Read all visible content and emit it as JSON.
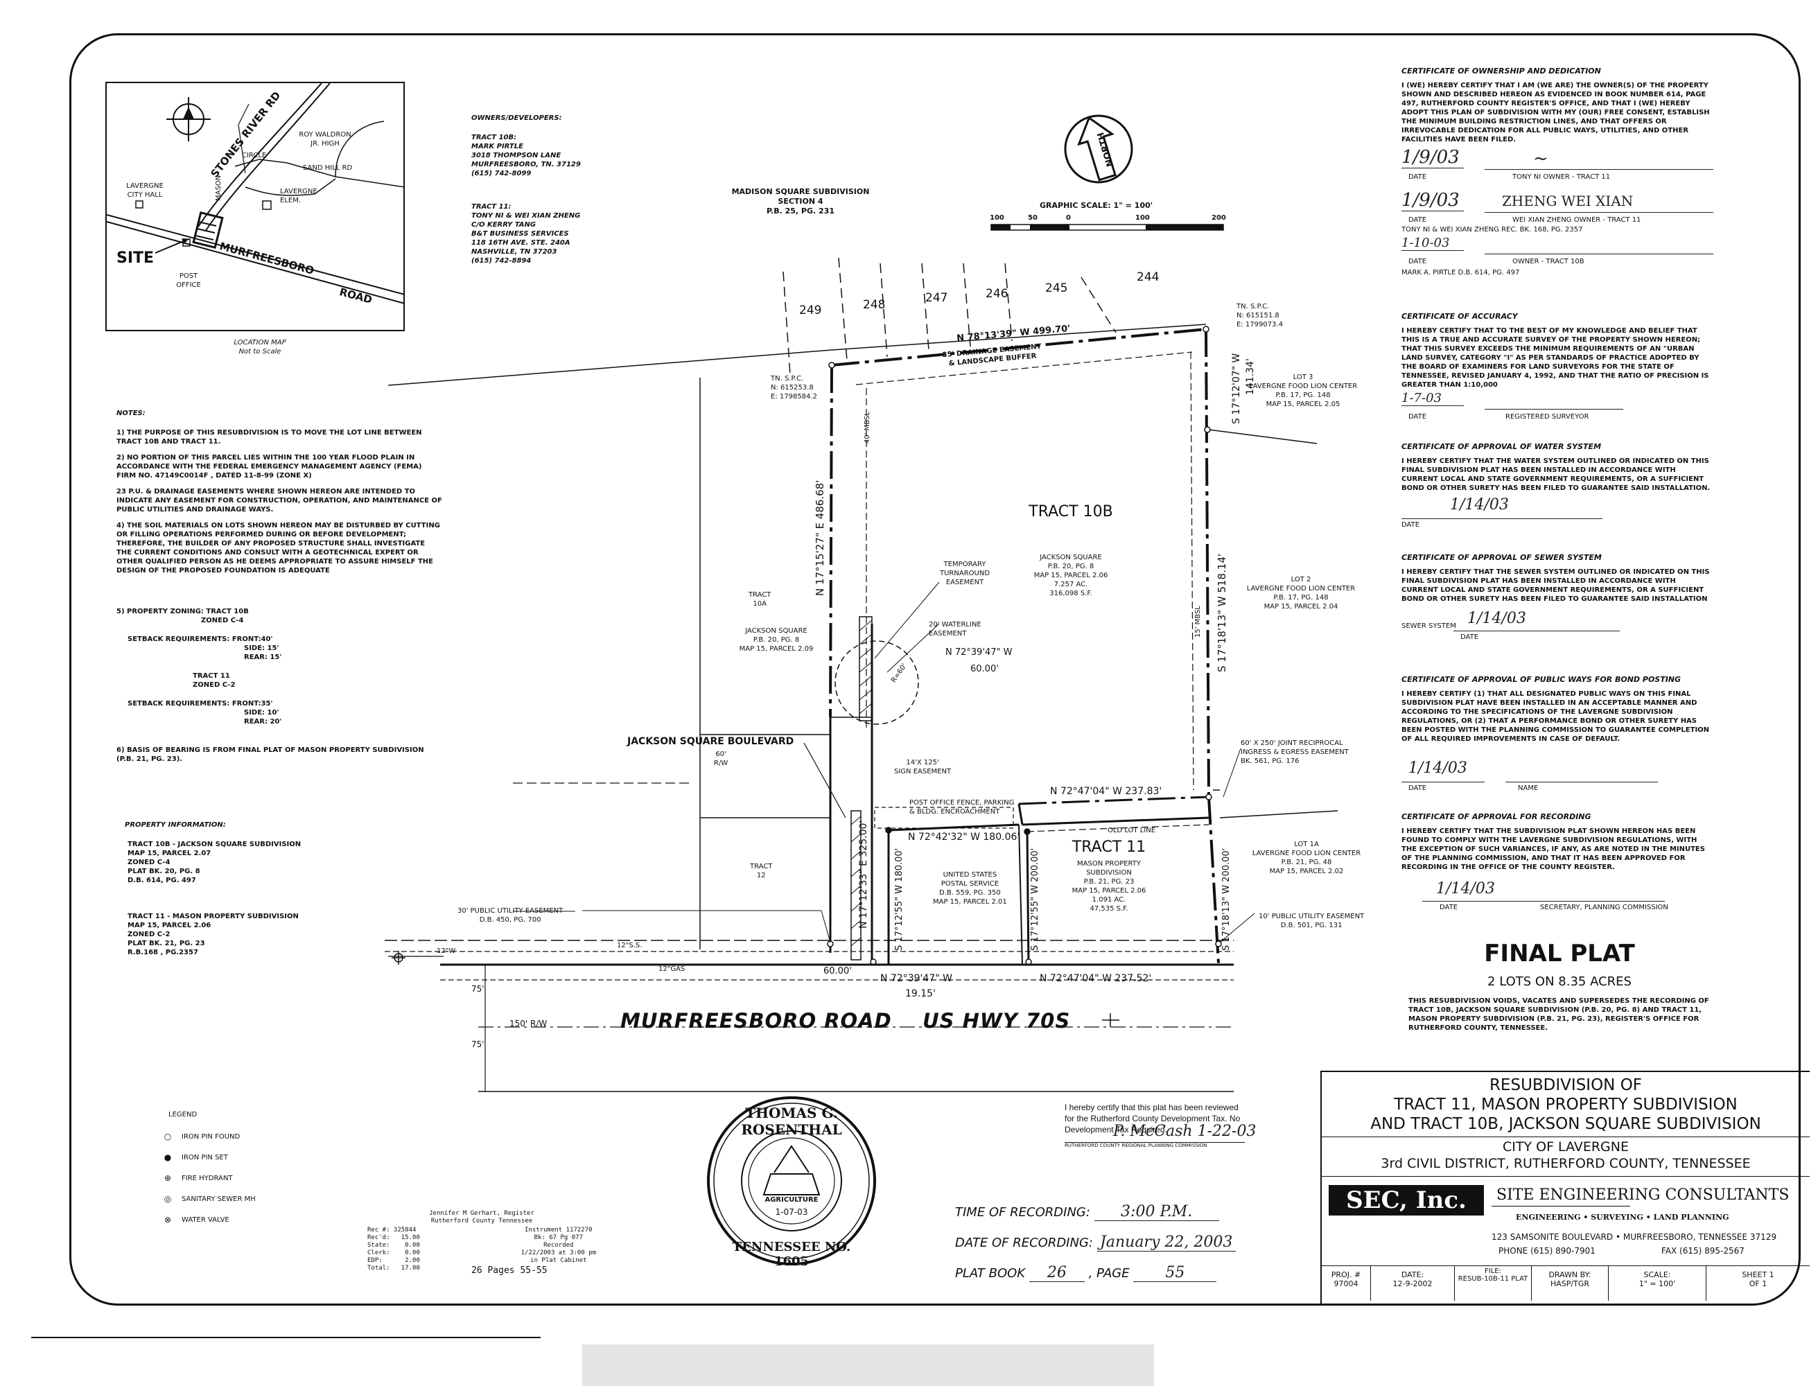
{
  "location_map": {
    "site": "SITE",
    "lavergne_city_hall": "LAVERGNE CITY HALL",
    "post_office": "POST OFFICE",
    "lavergne_elem": "LAVERGNE ELEM.",
    "roy_waldron": "ROY WALDRON JR. HIGH",
    "stones_river_rd": "STONES RIVER RD",
    "mason": "MASON",
    "circle": "CIRCLE",
    "sand_hill_rd": "SAND HILL RD",
    "murfreesboro": "MURFREESBORO",
    "road": "ROAD",
    "caption1": "LOCATION MAP",
    "caption2": "Not to Scale"
  },
  "owners": {
    "heading": "OWNERS/DEVELOPERS:",
    "tract10b": [
      "TRACT 10B:",
      "MARK PIRTLE",
      "3018 THOMPSON LANE",
      "MURFREESBORO, TN. 37129",
      "(615) 742-8099"
    ],
    "tract11": [
      "TRACT 11:",
      "TONY NI & WEI XIAN ZHENG",
      "C/O KERRY TANG",
      "B&T BUSINESS SERVICES",
      "118 16TH AVE. STE. 240A",
      "NASHVILLE, TN 37203",
      "(615) 742-8894"
    ]
  },
  "madison": [
    "MADISON SQUARE SUBDIVISION",
    "SECTION 4",
    "P.B. 25, PG. 231"
  ],
  "graphic_scale": {
    "label": "GRAPHIC SCALE: 1\" = 100'",
    "ticks": [
      "100",
      "50",
      "0",
      "100",
      "200"
    ]
  },
  "north": "NORTH",
  "lots": [
    "249",
    "248",
    "247",
    "246",
    "245",
    "244"
  ],
  "notes": {
    "heading": "NOTES:",
    "items": [
      "1) THE PURPOSE OF THIS RESUBDIVISION IS TO MOVE THE LOT LINE BETWEEN TRACT 10B AND TRACT 11.",
      "2) NO PORTION OF THIS PARCEL LIES WITHIN THE 100 YEAR FLOOD PLAIN IN ACCORDANCE WITH THE FEDERAL EMERGENCY MANAGEMENT AGENCY (FEMA) FIRM NO. 47149C0014F , DATED 11-8-99 (ZONE X)",
      "23 P.U. & DRAINAGE EASEMENTS WHERE SHOWN HEREON ARE INTENDED TO INDICATE ANY EASEMENT FOR CONSTRUCTION, OPERATION, AND MAINTENANCE OF PUBLIC UTILITIES AND DRAINAGE WAYS.",
      "4) THE SOIL MATERIALS ON LOTS SHOWN HEREON MAY BE DISTURBED BY CUTTING OR FILLING OPERATIONS PERFORMED DURING OR BEFORE DEVELOPMENT; THEREFORE, THE BUILDER OF ANY PROPOSED STRUCTURE SHALL INVESTIGATE THE CURRENT CONDITIONS AND CONSULT WITH A GEOTECHNICAL EXPERT OR OTHER QUALIFIED PERSON AS HE DEEMS APPROPRIATE TO ASSURE HIMSELF THE DESIGN OF THE PROPOSED FOUNDATION IS ADEQUATE"
    ],
    "zoning": [
      "5) PROPERTY ZONING: TRACT 10B",
      "ZONED C-4",
      "SETBACK REQUIREMENTS: FRONT:40'",
      "SIDE: 15'",
      "REAR: 15'",
      "TRACT 11",
      "ZONED C-2",
      "SETBACK REQUIREMENTS: FRONT:35'",
      "SIDE: 10'",
      "REAR: 20'"
    ],
    "basis": "6) BASIS OF BEARING IS FROM FINAL PLAT OF MASON PROPERTY SUBDIVISION (P.B. 21, PG. 23).",
    "property_heading": "PROPERTY INFORMATION:",
    "prop10b": [
      "TRACT 10B - JACKSON SQUARE SUBDIVISION",
      "MAP 15, PARCEL 2.07",
      "ZONED C-4",
      "PLAT BK. 20, PG. 8",
      "D.B. 614, PG. 497"
    ],
    "prop11": [
      "TRACT 11 - MASON PROPERTY SUBDIVISION",
      "MAP 15, PARCEL 2.06",
      "ZONED C-2",
      "PLAT BK. 21, PG. 23",
      "R.B.168 , PG.2357"
    ]
  },
  "plan": {
    "tract10b_title": "TRACT 10B",
    "tract10b_info": [
      "JACKSON SQUARE",
      "P.B. 20, PG. 8",
      "MAP 15, PARCEL 2.06",
      "7.257 AC.",
      "316,098 S.F."
    ],
    "tract11_title": "TRACT 11",
    "tract11_info": [
      "MASON PROPERTY",
      "SUBDIVISION",
      "P.B. 21, PG. 23",
      "MAP 15, PARCEL 2.06",
      "1.091 AC.",
      "47,535 S.F."
    ],
    "tract10a": [
      "TRACT",
      "10A"
    ],
    "jackson_square_left": [
      "JACKSON SQUARE",
      "P.B. 20, PG. 8",
      "MAP 15, PARCEL 2.09"
    ],
    "tract12": [
      "TRACT",
      "12"
    ],
    "lot3": [
      "LOT 3",
      "LAVERGNE FOOD LION CENTER",
      "P.B. 17, PG. 148",
      "MAP 15, PARCEL 2.05"
    ],
    "lot2": [
      "LOT 2",
      "LAVERGNE FOOD LION CENTER",
      "P.B. 17, PG. 148",
      "MAP 15, PARCEL 2.04"
    ],
    "lot1a": [
      "LOT 1A",
      "LAVERGNE FOOD LION CENTER",
      "P.B. 21, PG. 48",
      "MAP 15, PARCEL 2.02"
    ],
    "usps": [
      "UNITED STATES",
      "POSTAL SERVICE",
      "D.B. 559, PG. 350",
      "MAP 15, PARCEL 2.01"
    ],
    "spc_left": [
      "TN. S.P.C.",
      "N: 615253.8",
      "E: 1798584.2"
    ],
    "spc_right": [
      "TN. S.P.C.",
      "N: 615151.8",
      "E: 1799073.4"
    ],
    "bearing_top": "N 78°13'39\" W  499.70'",
    "drainage": [
      "35' DRAINAGE EASEMENT",
      "& LANDSCAPE BUFFER"
    ],
    "bearing_right_top": "S 17°12'07\" W",
    "dist_right_top": "141.34'",
    "bearing_right_mid": "S 17°18'13\" W 518.14'",
    "bearing_left": "N 17°15'27\" E 486.68'",
    "temp_turnaround": [
      "TEMPORARY",
      "TURNAROUND",
      "EASEMENT"
    ],
    "waterline": [
      "20' WATERLINE",
      "EASEMENT"
    ],
    "r60": "R=60'",
    "bearing_waterline": "N 72°39'47\" W",
    "dist_waterline": "60.00'",
    "jackson_blvd": "JACKSON SQUARE BOULEVARD",
    "jackson_blvd_rw": [
      "60'",
      "R/W"
    ],
    "sign_easement": [
      "14'X 125'",
      "SIGN EASEMENT"
    ],
    "bearing_325": "N 17°12'33\" E 325.00'",
    "post_office_fence": [
      "POST OFFICE FENCE, PARKING",
      "& BLDG. ENCROACHMENT"
    ],
    "bearing_23783": "N 72°47'04\" W  237.83'",
    "bearing_18006": "N 72°42'32\" W  180.06'",
    "old_lot_line": "OLD LOT LINE",
    "s17_180": "S 17°12'55\" W 180.00'",
    "s17_200": "S 17°12'55\" W 200.00'",
    "s17_200b": "S 17°18'13\" W 200.00'",
    "joint_easement": [
      "60' x 250' JOINT RECIPROCAL",
      "INGRESS & EGRESS EASEMENT",
      "BK. 561, PG. 176"
    ],
    "util30": [
      "30' PUBLIC UTILITY EASEMENT",
      "D.B. 450, PG. 700"
    ],
    "util10": [
      "10' PUBLIC UTILITY EASEMENT",
      "D.B. 501, PG. 131"
    ],
    "bottom_60": "60.00'",
    "bottom_bearing1": "N 72°39'47\" W",
    "bottom_dist1": "19.15'",
    "bottom_bearing2": "N 72°47'04\" W  237.52'",
    "road_name": "MURFREESBORO ROAD    US HWY 70S",
    "rw150": "150' R/W",
    "d75a": "75'",
    "d75b": "75'",
    "w12": "12\"W",
    "ss12": "12\"S.S.",
    "gas12": "12\"GAS",
    "mbsl40": "40' MBSL",
    "mbsl15": "15' MBSL"
  },
  "legend": {
    "heading": "LEGEND",
    "items": [
      {
        "sym": "○",
        "label": "IRON PIN FOUND"
      },
      {
        "sym": "●",
        "label": "IRON PIN SET"
      },
      {
        "sym": "⊕",
        "label": "FIRE HYDRANT"
      },
      {
        "sym": "◎",
        "label": "SANITARY SEWER MH"
      },
      {
        "sym": "⊗",
        "label": "WATER VALVE"
      }
    ]
  },
  "register_stamp": {
    "line1": "Jennifer M Gerhart, Register",
    "line2": "Rutherford County Tennessee",
    "left": "Rec #: 325844\nRec'd:   15.00\nState:    0.00\nClerk:    0.00\nEDP:      2.00\nTotal:   17.00",
    "right": "Instrument 1172270\nBk: 67 Pg 077\nRecorded\n1/22/2003 at 3:00 pm\nin Plat Cabinet",
    "pages": "26 Pages 55-55"
  },
  "seal": {
    "name": "THOMAS G. ROSENTHAL",
    "state": "TENNESSEE NO. 1605",
    "inner": "AGRICULTURE",
    "date": "1-07-03"
  },
  "dev_tax": {
    "text": "I hereby certify that this plat has been reviewed for the Rutherford County Development Tax. No Development Tax Required.",
    "signature": "P. McCash 1-22-03",
    "caption": "RUTHERFORD COUNTY REGIONAL PLANNING COMMISSION"
  },
  "recording": {
    "time_label": "TIME OF RECORDING:",
    "time_value": "3:00 P.M.",
    "date_label": "DATE OF RECORDING:",
    "date_value": "January 22, 2003",
    "book_label": "PLAT BOOK",
    "book_value": "26",
    "page_label": ", PAGE",
    "page_value": "55"
  },
  "certificates": {
    "ownership": {
      "title": "CERTIFICATE OF OWNERSHIP AND DEDICATION",
      "body": "I (WE) HEREBY CERTIFY THAT I AM (WE ARE) THE OWNER(S) OF THE PROPERTY SHOWN AND DESCRIBED HEREON AS EVIDENCED IN BOOK NUMBER 614, PAGE 497, RUTHERFORD COUNTY REGISTER'S OFFICE, AND THAT I (WE) HEREBY ADOPT THIS PLAN OF SUBDIVISION WITH MY (OUR) FREE CONSENT, ESTABLISH THE MINIMUM BUILDING RESTRICTION LINES, AND THAT OFFERS OR IRREVOCABLE DEDICATION FOR ALL PUBLIC WAYS, UTILITIES, AND OTHER FACILITIES HAVE BEEN FILED.",
      "sig1_date": "1/9/03",
      "sig1_label": "TONY NI    OWNER - TRACT 11",
      "sig2_date": "1/9/03",
      "sig2_name": "ZHENG WEI XIAN",
      "sig2_label": "WEI XIAN ZHENG    OWNER - TRACT 11",
      "sig2_rec": "TONY NI & WEI XIAN ZHENG  REC. BK. 168, PG. 2357",
      "sig3_date": "1-10-03",
      "sig3_label": "OWNER - TRACT 10B",
      "sig3_rec": "MARK A. PIRTLE    D.B. 614, PG. 497",
      "date": "DATE"
    },
    "accuracy": {
      "title": "CERTIFICATE OF ACCURACY",
      "body": "I HEREBY CERTIFY THAT TO THE BEST OF MY KNOWLEDGE AND BELIEF THAT THIS IS A TRUE AND ACCURATE SURVEY OF THE PROPERTY SHOWN HEREON; THAT THIS SURVEY EXCEEDS THE MINIMUM REQUIREMENTS OF AN \"URBAN LAND SURVEY, CATEGORY \"I\" AS PER STANDARDS OF PRACTICE ADOPTED BY THE BOARD OF EXAMINERS FOR LAND SURVEYORS FOR THE STATE OF TENNESSEE, REVISED JANUARY 4, 1992, AND THAT THE RATIO OF PRECISION IS GREATER THAN 1:10,000",
      "date_value": "1-7-03",
      "date": "DATE",
      "sig_label": "REGISTERED SURVEYOR"
    },
    "water": {
      "title": "CERTIFICATE OF APPROVAL OF WATER SYSTEM",
      "body": "I HEREBY CERTIFY THAT THE WATER SYSTEM OUTLINED OR INDICATED ON THIS FINAL SUBDIVISION PLAT HAS BEEN INSTALLED IN ACCORDANCE WITH CURRENT LOCAL AND STATE GOVERNMENT REQUIREMENTS, OR A SUFFICIENT BOND OR OTHER SURETY HAS BEEN FILED TO GUARANTEE SAID INSTALLATION.",
      "date_value": "1/14/03",
      "date": "DATE"
    },
    "sewer": {
      "title": "CERTIFICATE OF APPROVAL OF SEWER SYSTEM",
      "body": "I HEREBY CERTIFY THAT THE SEWER SYSTEM OUTLINED OR INDICATED ON THIS FINAL SUBDIVISION PLAT HAS BEEN INSTALLED IN ACCORDANCE WITH CURRENT LOCAL AND STATE GOVERNMENT REQUIREMENTS, OR A SUFFICIENT BOND OR OTHER SURETY HAS BEEN FILED TO GUARANTEE SAID INSTALLATION",
      "label": "SEWER SYSTEM",
      "date_value": "1/14/03",
      "date": "DATE"
    },
    "public_ways": {
      "title": "CERTIFICATE OF APPROVAL OF PUBLIC WAYS FOR BOND POSTING",
      "body": "I HEREBY CERTIFY (1) THAT ALL DESIGNATED PUBLIC WAYS ON THIS FINAL SUBDIVISION PLAT HAVE BEEN INSTALLED IN AN ACCEPTABLE MANNER AND ACCORDING TO THE SPECIFICATIONS OF THE LAVERGNE SUBDIVISION REGULATIONS, OR (2) THAT A PERFORMANCE BOND OR OTHER SURETY HAS BEEN POSTED WITH THE PLANNING COMMISSION TO GUARANTEE COMPLETION OF ALL REQUIRED IMPROVEMENTS IN CASE OF DEFAULT.",
      "date_value": "1/14/03",
      "date": "DATE",
      "name": "NAME"
    },
    "recording": {
      "title": "CERTIFICATE OF APPROVAL FOR RECORDING",
      "body": "I HEREBY CERTIFY THAT THE SUBDIVISION PLAT SHOWN HEREON HAS BEEN FOUND TO COMPLY WITH THE LAVERGNE SUBDIVISION REGULATIONS, WITH THE EXCEPTION OF SUCH VARIANCES, IF ANY, AS ARE NOTED IN THE MINUTES OF THE PLANNING COMMISSION, AND THAT IT HAS BEEN APPROVED FOR RECORDING IN THE OFFICE OF THE COUNTY REGISTER.",
      "date_value": "1/14/03",
      "date": "DATE",
      "sig_label": "SECRETARY, PLANNING COMMISSION"
    }
  },
  "final_plat": {
    "title": "FINAL PLAT",
    "subtitle": "2 LOTS ON 8.35 ACRES",
    "body": "THIS RESUBDIVISION VOIDS, VACATES AND SUPERSEDES THE RECORDING OF TRACT 10B, JACKSON SQUARE SUBDIVISION (P.B. 20, PG. 8) AND TRACT 11, MASON PROPERTY SUBDIVISION (P.B. 21, PG. 23), REGISTER'S OFFICE FOR RUTHERFORD COUNTY, TENNESSEE."
  },
  "title_block": {
    "line1": "RESUBDIVISION OF",
    "line2": "TRACT 11, MASON PROPERTY SUBDIVISION",
    "line3": "AND TRACT 10B, JACKSON SQUARE SUBDIVISION",
    "line4": "CITY OF LAVERGNE",
    "line5": "3rd CIVIL DISTRICT, RUTHERFORD COUNTY, TENNESSEE",
    "logo": "SEC, Inc.",
    "firm": "SITE ENGINEERING CONSULTANTS",
    "services": "ENGINEERING • SURVEYING • LAND PLANNING",
    "address": "123 SAMSONITE BOULEVARD • MURFREESBORO, TENNESSEE  37129",
    "phone": "PHONE (615) 890-7901",
    "fax": "FAX (615) 895-2567",
    "cells": [
      {
        "label": "PROJ. #",
        "value": "97004"
      },
      {
        "label": "DATE:",
        "value": "12-9-2002"
      },
      {
        "label": "FILE:",
        "value": "RESUB-10B-11 PLAT"
      },
      {
        "label": "DRAWN BY:",
        "value": "HASP/TGR"
      },
      {
        "label": "SCALE:",
        "value": "1\" = 100'"
      },
      {
        "label": "SHEET 1",
        "value": "OF 1"
      }
    ]
  }
}
